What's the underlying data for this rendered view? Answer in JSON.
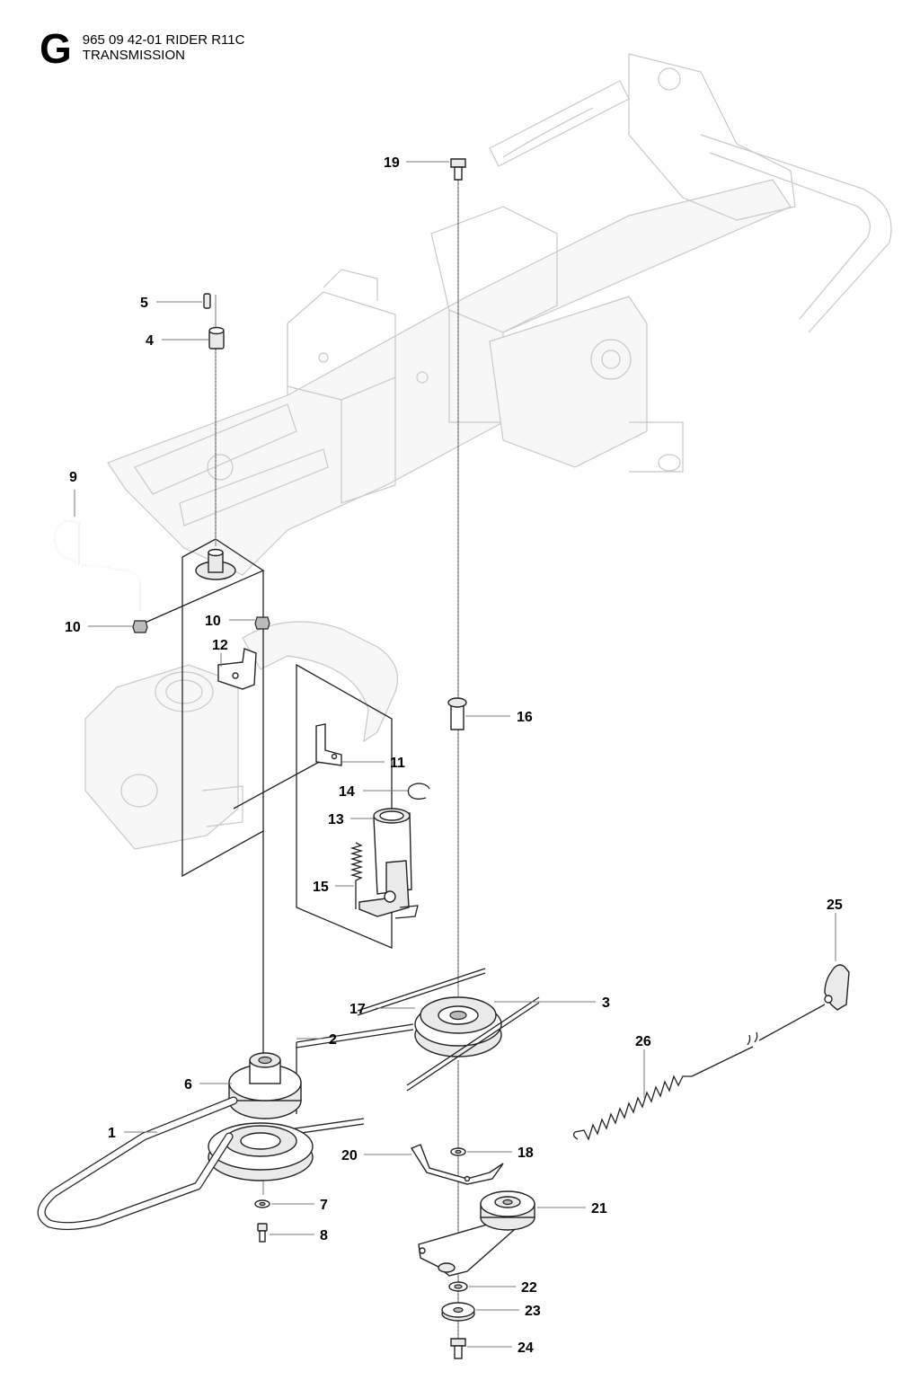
{
  "header": {
    "section_letter": "G",
    "part_number_model": "965 09 42-01 RIDER R11C",
    "section_title": "TRANSMISSION"
  },
  "callouts": [
    {
      "id": "c1",
      "label": "1"
    },
    {
      "id": "c2",
      "label": "2"
    },
    {
      "id": "c3",
      "label": "3"
    },
    {
      "id": "c4",
      "label": "4"
    },
    {
      "id": "c5",
      "label": "5"
    },
    {
      "id": "c6",
      "label": "6"
    },
    {
      "id": "c7",
      "label": "7"
    },
    {
      "id": "c8",
      "label": "8"
    },
    {
      "id": "c9",
      "label": "9"
    },
    {
      "id": "c10a",
      "label": "10"
    },
    {
      "id": "c10b",
      "label": "10"
    },
    {
      "id": "c11",
      "label": "11"
    },
    {
      "id": "c12",
      "label": "12"
    },
    {
      "id": "c13",
      "label": "13"
    },
    {
      "id": "c14",
      "label": "14"
    },
    {
      "id": "c15",
      "label": "15"
    },
    {
      "id": "c16",
      "label": "16"
    },
    {
      "id": "c17",
      "label": "17"
    },
    {
      "id": "c18",
      "label": "18"
    },
    {
      "id": "c19",
      "label": "19"
    },
    {
      "id": "c20",
      "label": "20"
    },
    {
      "id": "c21",
      "label": "21"
    },
    {
      "id": "c22",
      "label": "22"
    },
    {
      "id": "c23",
      "label": "23"
    },
    {
      "id": "c24",
      "label": "24"
    },
    {
      "id": "c25",
      "label": "25"
    },
    {
      "id": "c26",
      "label": "26"
    }
  ]
}
